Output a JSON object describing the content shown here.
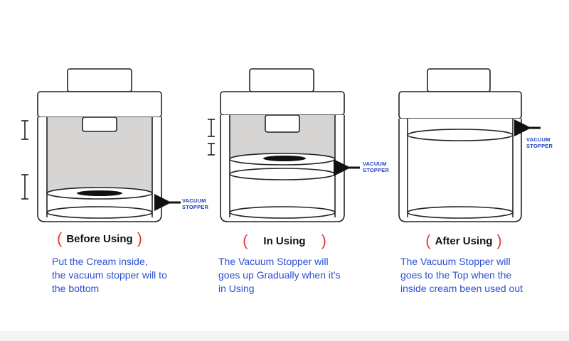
{
  "colors": {
    "outline": "#222222",
    "cream_fill": "#d7d4d4",
    "caption_paren": "#e23a3a",
    "description_text": "#2a4fd6",
    "vacuum_label": "#1f3fbf"
  },
  "panels": [
    {
      "title": "Before Using",
      "paren_open": "(",
      "paren_close": ")",
      "description_lines": [
        "Put the Cream inside,",
        "the vacuum stopper will to",
        "the bottom"
      ],
      "vacuum_label": [
        "VACUUM",
        "STOPPER"
      ]
    },
    {
      "title": "In Using",
      "paren_open": "(",
      "paren_close": ")",
      "description_lines": [
        "The Vacuum Stopper will",
        "goes up Gradually when it's",
        "in Using"
      ],
      "vacuum_label": [
        "VACUUM",
        "STOPPER"
      ]
    },
    {
      "title": "After Using",
      "paren_open": "(",
      "paren_close": ")",
      "description_lines": [
        "The Vacuum Stopper will",
        "goes to the Top when the",
        "inside cream been used out"
      ],
      "vacuum_label": [
        "VACUUM",
        "STOPPER"
      ]
    }
  ]
}
